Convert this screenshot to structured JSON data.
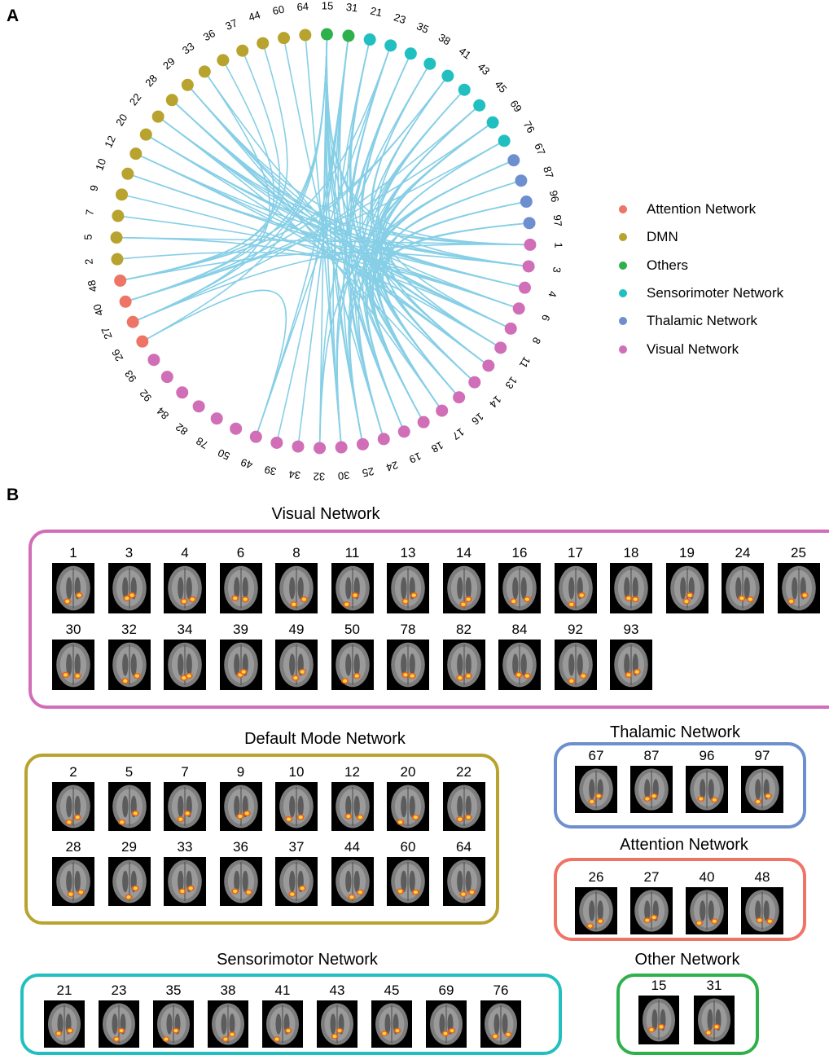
{
  "panel_a_label": "A",
  "panel_b_label": "B",
  "colors": {
    "Attention Network": "#ee7466",
    "DMN": "#b8a32e",
    "Others": "#2eb04a",
    "Sensorimoter Network": "#22bfc0",
    "Thalamic Network": "#6e8fcf",
    "Visual Network": "#d06eb8",
    "edge": "#86cfe6"
  },
  "legend": [
    {
      "label": "Attention Network",
      "color": "#ee7466"
    },
    {
      "label": "DMN",
      "color": "#b8a32e"
    },
    {
      "label": "Others",
      "color": "#2eb04a"
    },
    {
      "label": "Sensorimoter Network",
      "color": "#22bfc0"
    },
    {
      "label": "Thalamic Network",
      "color": "#6e8fcf"
    },
    {
      "label": "Visual Network",
      "color": "#d06eb8"
    }
  ],
  "chord_nodes": [
    {
      "id": "64",
      "group": "DMN"
    },
    {
      "id": "15",
      "group": "Others"
    },
    {
      "id": "31",
      "group": "Others"
    },
    {
      "id": "21",
      "group": "Sensorimoter Network"
    },
    {
      "id": "23",
      "group": "Sensorimoter Network"
    },
    {
      "id": "35",
      "group": "Sensorimoter Network"
    },
    {
      "id": "38",
      "group": "Sensorimoter Network"
    },
    {
      "id": "41",
      "group": "Sensorimoter Network"
    },
    {
      "id": "43",
      "group": "Sensorimoter Network"
    },
    {
      "id": "45",
      "group": "Sensorimoter Network"
    },
    {
      "id": "69",
      "group": "Sensorimoter Network"
    },
    {
      "id": "76",
      "group": "Sensorimoter Network"
    },
    {
      "id": "67",
      "group": "Thalamic Network"
    },
    {
      "id": "87",
      "group": "Thalamic Network"
    },
    {
      "id": "96",
      "group": "Thalamic Network"
    },
    {
      "id": "97",
      "group": "Thalamic Network"
    },
    {
      "id": "1",
      "group": "Visual Network"
    },
    {
      "id": "3",
      "group": "Visual Network"
    },
    {
      "id": "4",
      "group": "Visual Network"
    },
    {
      "id": "6",
      "group": "Visual Network"
    },
    {
      "id": "8",
      "group": "Visual Network"
    },
    {
      "id": "11",
      "group": "Visual Network"
    },
    {
      "id": "13",
      "group": "Visual Network"
    },
    {
      "id": "14",
      "group": "Visual Network"
    },
    {
      "id": "16",
      "group": "Visual Network"
    },
    {
      "id": "17",
      "group": "Visual Network"
    },
    {
      "id": "18",
      "group": "Visual Network"
    },
    {
      "id": "19",
      "group": "Visual Network"
    },
    {
      "id": "24",
      "group": "Visual Network"
    },
    {
      "id": "25",
      "group": "Visual Network"
    },
    {
      "id": "30",
      "group": "Visual Network"
    },
    {
      "id": "32",
      "group": "Visual Network"
    },
    {
      "id": "34",
      "group": "Visual Network"
    },
    {
      "id": "39",
      "group": "Visual Network"
    },
    {
      "id": "49",
      "group": "Visual Network"
    },
    {
      "id": "50",
      "group": "Visual Network"
    },
    {
      "id": "78",
      "group": "Visual Network"
    },
    {
      "id": "82",
      "group": "Visual Network"
    },
    {
      "id": "84",
      "group": "Visual Network"
    },
    {
      "id": "92",
      "group": "Visual Network"
    },
    {
      "id": "93",
      "group": "Visual Network"
    },
    {
      "id": "26",
      "group": "Attention Network"
    },
    {
      "id": "27",
      "group": "Attention Network"
    },
    {
      "id": "40",
      "group": "Attention Network"
    },
    {
      "id": "48",
      "group": "Attention Network"
    },
    {
      "id": "2",
      "group": "DMN"
    },
    {
      "id": "5",
      "group": "DMN"
    },
    {
      "id": "7",
      "group": "DMN"
    },
    {
      "id": "9",
      "group": "DMN"
    },
    {
      "id": "10",
      "group": "DMN"
    },
    {
      "id": "12",
      "group": "DMN"
    },
    {
      "id": "20",
      "group": "DMN"
    },
    {
      "id": "22",
      "group": "DMN"
    },
    {
      "id": "28",
      "group": "DMN"
    },
    {
      "id": "29",
      "group": "DMN"
    },
    {
      "id": "33",
      "group": "DMN"
    },
    {
      "id": "36",
      "group": "DMN"
    },
    {
      "id": "37",
      "group": "DMN"
    },
    {
      "id": "44",
      "group": "DMN"
    },
    {
      "id": "60",
      "group": "DMN"
    }
  ],
  "chord_edges": [
    [
      "15",
      "1"
    ],
    [
      "15",
      "3"
    ],
    [
      "15",
      "13"
    ],
    [
      "15",
      "17"
    ],
    [
      "15",
      "18"
    ],
    [
      "15",
      "19"
    ],
    [
      "15",
      "25"
    ],
    [
      "15",
      "30"
    ],
    [
      "15",
      "32"
    ],
    [
      "15",
      "40"
    ],
    [
      "15",
      "27"
    ],
    [
      "15",
      "26"
    ],
    [
      "31",
      "49"
    ],
    [
      "31",
      "39"
    ],
    [
      "31",
      "34"
    ],
    [
      "31",
      "25"
    ],
    [
      "31",
      "19"
    ],
    [
      "31",
      "17"
    ],
    [
      "21",
      "18"
    ],
    [
      "21",
      "16"
    ],
    [
      "21",
      "30"
    ],
    [
      "21",
      "14"
    ],
    [
      "23",
      "19"
    ],
    [
      "23",
      "48"
    ],
    [
      "23",
      "24"
    ],
    [
      "23",
      "49"
    ],
    [
      "35",
      "24"
    ],
    [
      "35",
      "25"
    ],
    [
      "35",
      "17"
    ],
    [
      "35",
      "16"
    ],
    [
      "38",
      "13"
    ],
    [
      "38",
      "11"
    ],
    [
      "38",
      "32"
    ],
    [
      "41",
      "48"
    ],
    [
      "41",
      "18"
    ],
    [
      "41",
      "8"
    ],
    [
      "41",
      "40"
    ],
    [
      "43",
      "24"
    ],
    [
      "43",
      "30"
    ],
    [
      "43",
      "16"
    ],
    [
      "43",
      "18"
    ],
    [
      "45",
      "16"
    ],
    [
      "45",
      "17"
    ],
    [
      "45",
      "19"
    ],
    [
      "45",
      "14"
    ],
    [
      "45",
      "11"
    ],
    [
      "45",
      "27"
    ],
    [
      "69",
      "14"
    ],
    [
      "69",
      "17"
    ],
    [
      "69",
      "40"
    ],
    [
      "69",
      "18"
    ],
    [
      "69",
      "25"
    ],
    [
      "69",
      "30"
    ],
    [
      "76",
      "17"
    ],
    [
      "76",
      "16"
    ],
    [
      "76",
      "18"
    ],
    [
      "76",
      "40"
    ],
    [
      "67",
      "19"
    ],
    [
      "67",
      "24"
    ],
    [
      "67",
      "25"
    ],
    [
      "67",
      "32"
    ],
    [
      "87",
      "17"
    ],
    [
      "87",
      "18"
    ],
    [
      "87",
      "13"
    ],
    [
      "96",
      "16"
    ],
    [
      "96",
      "18"
    ],
    [
      "96",
      "14"
    ],
    [
      "97",
      "16"
    ],
    [
      "97",
      "17"
    ],
    [
      "97",
      "19"
    ],
    [
      "97",
      "25"
    ],
    [
      "1",
      "27"
    ],
    [
      "1",
      "5"
    ],
    [
      "1",
      "29"
    ],
    [
      "1",
      "22"
    ],
    [
      "3",
      "48"
    ],
    [
      "3",
      "28"
    ],
    [
      "3",
      "20"
    ],
    [
      "3",
      "12"
    ],
    [
      "4",
      "28"
    ],
    [
      "4",
      "22"
    ],
    [
      "4",
      "20"
    ],
    [
      "6",
      "29"
    ],
    [
      "6",
      "10"
    ],
    [
      "6",
      "7"
    ],
    [
      "8",
      "22"
    ],
    [
      "8",
      "28"
    ],
    [
      "8",
      "12"
    ],
    [
      "11",
      "29"
    ],
    [
      "11",
      "33"
    ],
    [
      "13",
      "20"
    ],
    [
      "13",
      "28"
    ],
    [
      "26",
      "49"
    ],
    [
      "36",
      "40"
    ],
    [
      "37",
      "48"
    ],
    [
      "33",
      "27"
    ],
    [
      "20",
      "3"
    ],
    [
      "9",
      "11"
    ],
    [
      "2",
      "6"
    ],
    [
      "5",
      "8"
    ],
    [
      "10",
      "4"
    ],
    [
      "12",
      "13"
    ],
    [
      "22",
      "16"
    ],
    [
      "28",
      "14"
    ],
    [
      "29",
      "17"
    ],
    [
      "60",
      "24"
    ],
    [
      "64",
      "30"
    ],
    [
      "44",
      "48"
    ]
  ],
  "networks": [
    {
      "title": "Visual Network",
      "color": "#d06eb8",
      "rows": [
        [
          "1",
          "3",
          "4",
          "6",
          "8",
          "11",
          "13",
          "14",
          "16",
          "17",
          "18",
          "19",
          "24",
          "25"
        ],
        [
          "30",
          "32",
          "34",
          "39",
          "49",
          "50",
          "78",
          "82",
          "84",
          "92",
          "93"
        ]
      ]
    },
    {
      "title": "Default Mode Network",
      "color": "#b8a32e",
      "rows": [
        [
          "2",
          "5",
          "7",
          "9",
          "10",
          "12",
          "20",
          "22"
        ],
        [
          "28",
          "29",
          "33",
          "36",
          "37",
          "44",
          "60",
          "64"
        ]
      ]
    },
    {
      "title": "Thalamic Network",
      "color": "#6e8fcf",
      "rows": [
        [
          "67",
          "87",
          "96",
          "97"
        ]
      ]
    },
    {
      "title": "Attention Network",
      "color": "#ee7466",
      "rows": [
        [
          "26",
          "27",
          "40",
          "48"
        ]
      ]
    },
    {
      "title": "Sensorimotor Network",
      "color": "#22bfc0",
      "rows": [
        [
          "21",
          "23",
          "35",
          "38",
          "41",
          "43",
          "45",
          "69",
          "76"
        ]
      ]
    },
    {
      "title": "Other Network",
      "color": "#2eb04a",
      "rows": [
        [
          "15",
          "31"
        ]
      ]
    }
  ]
}
